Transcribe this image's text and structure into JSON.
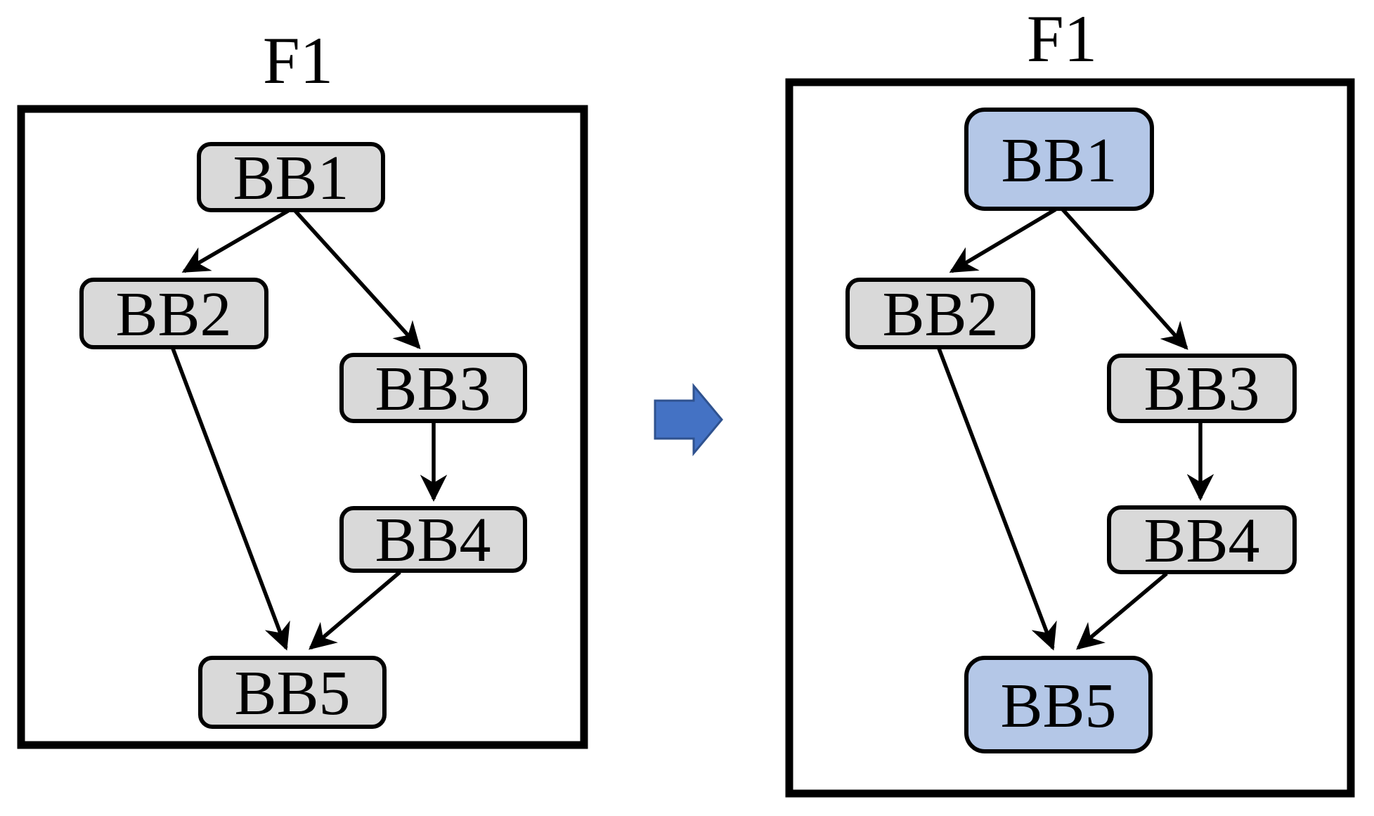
{
  "figure_type": "control-flow-graph-transformation",
  "colors": {
    "node_default": "#D9D9D9",
    "node_highlight": "#B4C7E7",
    "node_border": "#000000",
    "edge": "#000000",
    "panel_border": "#000000",
    "panel_fill": "#FFFFFF",
    "transform_arrow_fill": "#4472C4",
    "transform_arrow_border": "#2F528F"
  },
  "transform_arrow": {
    "direction": "right"
  },
  "left_panel": {
    "title": "F1",
    "nodes": {
      "bb1": {
        "label": "BB1",
        "highlighted": false
      },
      "bb2": {
        "label": "BB2",
        "highlighted": false
      },
      "bb3": {
        "label": "BB3",
        "highlighted": false
      },
      "bb4": {
        "label": "BB4",
        "highlighted": false
      },
      "bb5": {
        "label": "BB5",
        "highlighted": false
      }
    },
    "edges": [
      [
        "BB1",
        "BB2"
      ],
      [
        "BB1",
        "BB3"
      ],
      [
        "BB2",
        "BB5"
      ],
      [
        "BB3",
        "BB4"
      ],
      [
        "BB4",
        "BB5"
      ]
    ]
  },
  "right_panel": {
    "title": "F1",
    "nodes": {
      "bb1": {
        "label": "BB1",
        "highlighted": true
      },
      "bb2": {
        "label": "BB2",
        "highlighted": false
      },
      "bb3": {
        "label": "BB3",
        "highlighted": false
      },
      "bb4": {
        "label": "BB4",
        "highlighted": false
      },
      "bb5": {
        "label": "BB5",
        "highlighted": true
      }
    },
    "edges": [
      [
        "BB1",
        "BB2"
      ],
      [
        "BB1",
        "BB3"
      ],
      [
        "BB2",
        "BB5"
      ],
      [
        "BB3",
        "BB4"
      ],
      [
        "BB4",
        "BB5"
      ]
    ]
  }
}
